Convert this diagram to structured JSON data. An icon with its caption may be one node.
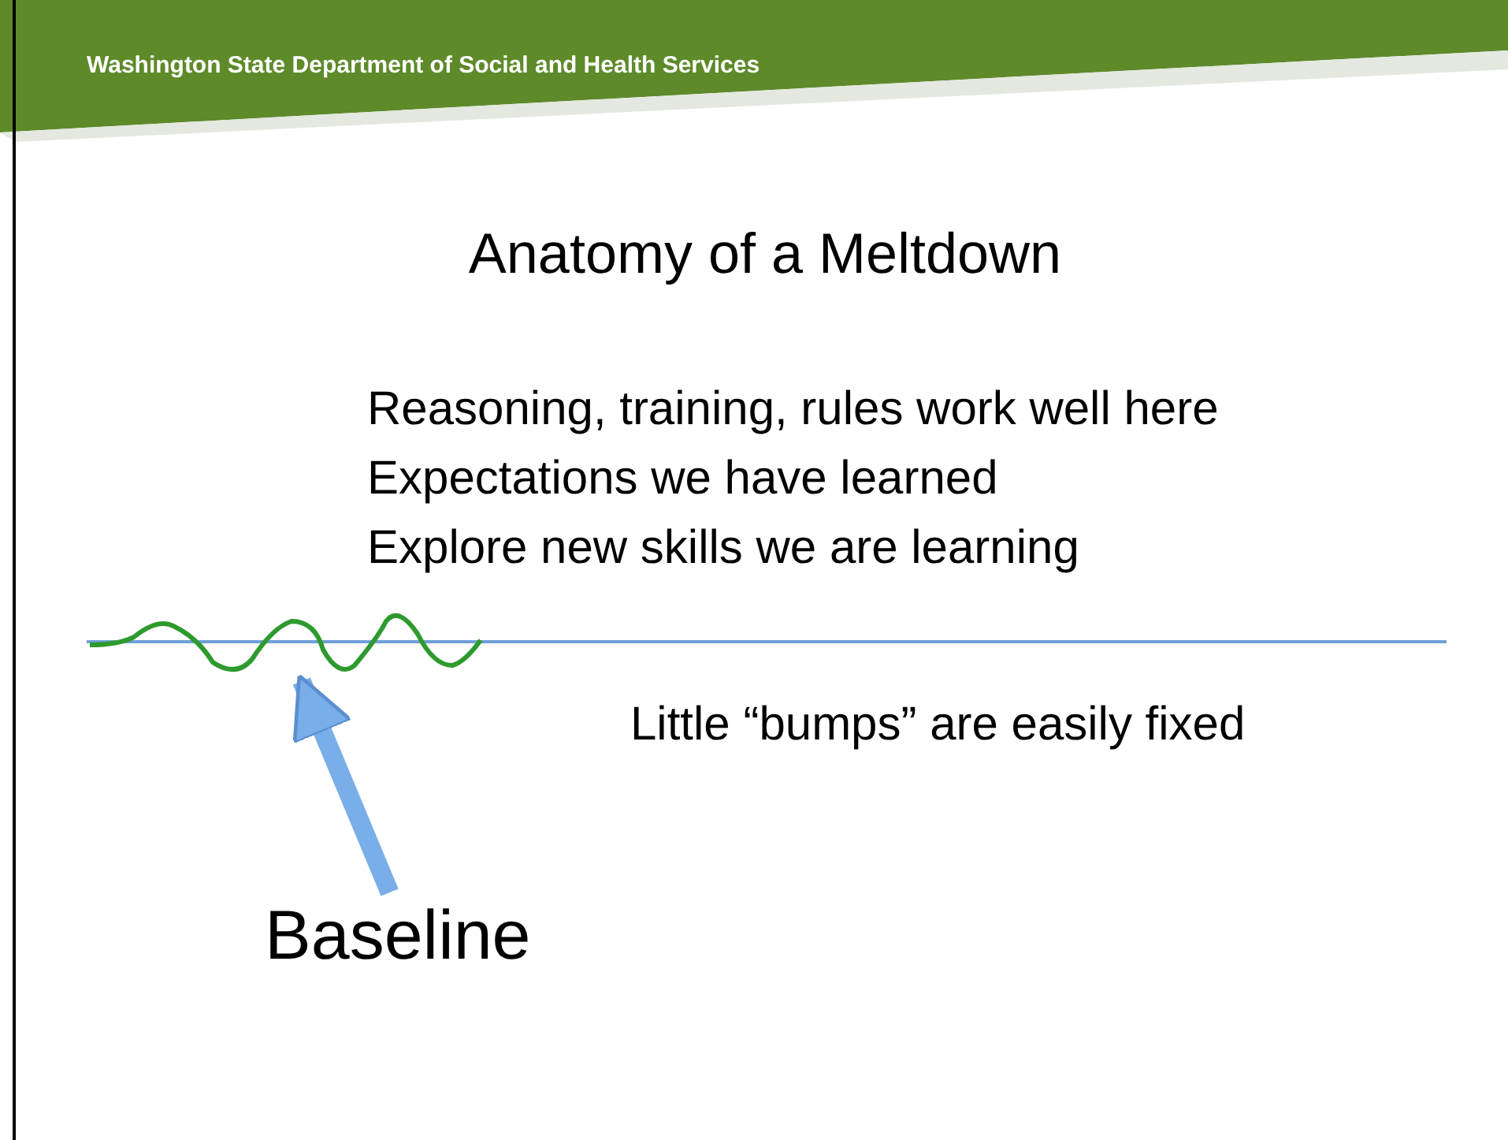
{
  "diagram": {
    "title": "Anatomy of a Meltdown",
    "nodes": [
      {
        "text": [
          "Baseline"
        ]
      },
      {
        "text": [],
        "shape": "line"
      }
    ],
    "edges": [
      {
        "from": 0,
        "to": 1,
        "arrow": "to"
      }
    ],
    "labels": [
      "Washington State Department of Social and Health Services",
      "Reasoning, training, rules work well here",
      "Expectations we have learned",
      "Explore new skills we are learning",
      "Little “bumps” are easily fixed"
    ]
  }
}
